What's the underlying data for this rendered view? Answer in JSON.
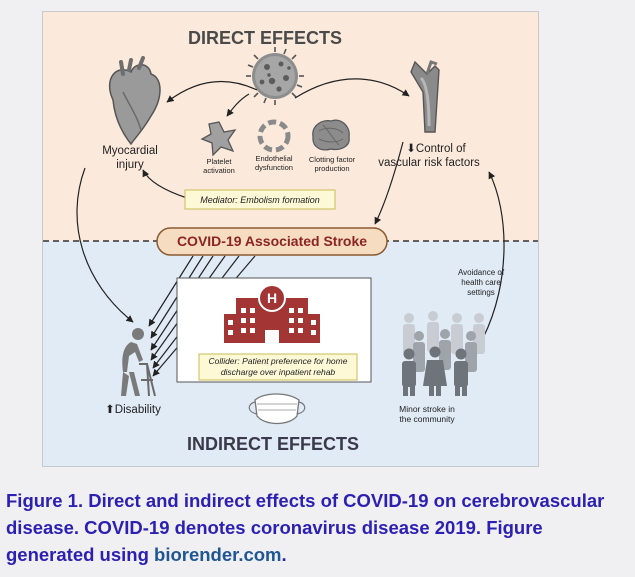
{
  "diagram": {
    "direct_title": "DIRECT EFFECTS",
    "indirect_title": "INDIRECT EFFECTS",
    "central_label": "COVID-19 Associated Stroke",
    "myocardial": [
      "Myocardial",
      "injury"
    ],
    "platelet": [
      "Platelet",
      "activation"
    ],
    "endothelial": [
      "Endothelial",
      "dysfunction"
    ],
    "clotting": [
      "Clotting factor",
      "production"
    ],
    "risk_factors": [
      "⬇Control of",
      "vascular risk factors"
    ],
    "mediator": "Mediator: Embolism formation",
    "collider": [
      "Collider: Patient preference for home",
      "discharge over inpatient rehab"
    ],
    "avoidance": [
      "Avoidance of",
      "health care",
      "settings"
    ],
    "disability": "⬆Disability",
    "minor_stroke": [
      "Minor stroke in",
      "the community"
    ],
    "hospital_sign": "H"
  },
  "caption": {
    "text": "Figure 1. Direct and indirect effects of COVID-19 on cerebrovascular disease. COVID-19 denotes coronavirus disease 2019. Figure generated using ",
    "link_text": "biorender.com",
    "end": "."
  },
  "colors": {
    "direct_bg": "#fbeadc",
    "indirect_bg": "#e1ebf6",
    "title": "#4a4a4a",
    "stroke_pill": "#f6dcc1",
    "stroke_text": "#8c2424",
    "note_box": "#fdf8d5",
    "note_border": "#c9bd55",
    "hospital": "#a33535",
    "caption": "#2b1fb4",
    "link": "#1f5694"
  }
}
